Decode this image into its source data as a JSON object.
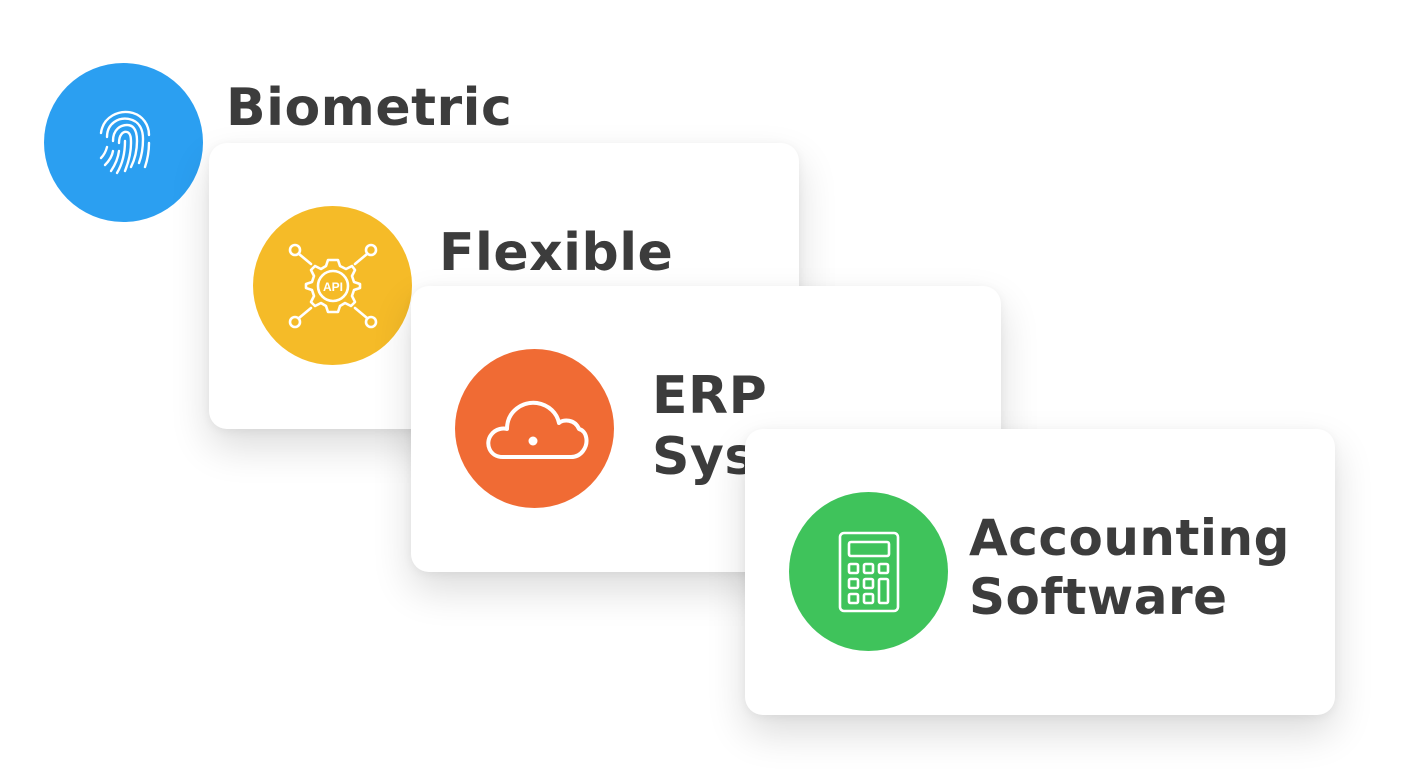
{
  "colors": {
    "biometric": "#2b9ff1",
    "api": "#f5bb28",
    "erp": "#f06b34",
    "accounting": "#3fc35b",
    "text": "#3c3c3c",
    "card_bg": "#ffffff"
  },
  "items": [
    {
      "label": "Biometric",
      "icon": "fingerprint-icon"
    },
    {
      "label": "Flexible",
      "icon": "api-gear-icon"
    },
    {
      "label": "ERP\nSys",
      "icon": "cloud-icon"
    },
    {
      "label": "Accounting\nSoftware",
      "icon": "calculator-icon"
    }
  ]
}
